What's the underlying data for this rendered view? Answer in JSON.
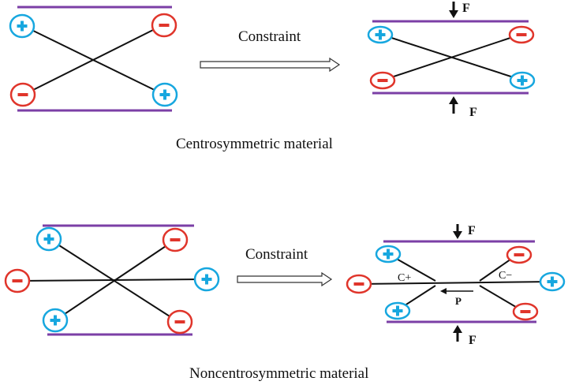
{
  "centro": {
    "constraint_label": "Constraint",
    "caption": "Centrosymmetric material",
    "force_label": "F"
  },
  "noncentro": {
    "constraint_label": "Constraint",
    "caption": "Noncentrosymmetric material",
    "force_label": "F",
    "c_plus_label": "C+",
    "c_minus_label": "C−",
    "p_label": "P"
  },
  "colors": {
    "plate": "#7b3fa6",
    "positive_ion": "#17a7df",
    "negative_ion": "#e0352b",
    "bond": "#111111"
  }
}
